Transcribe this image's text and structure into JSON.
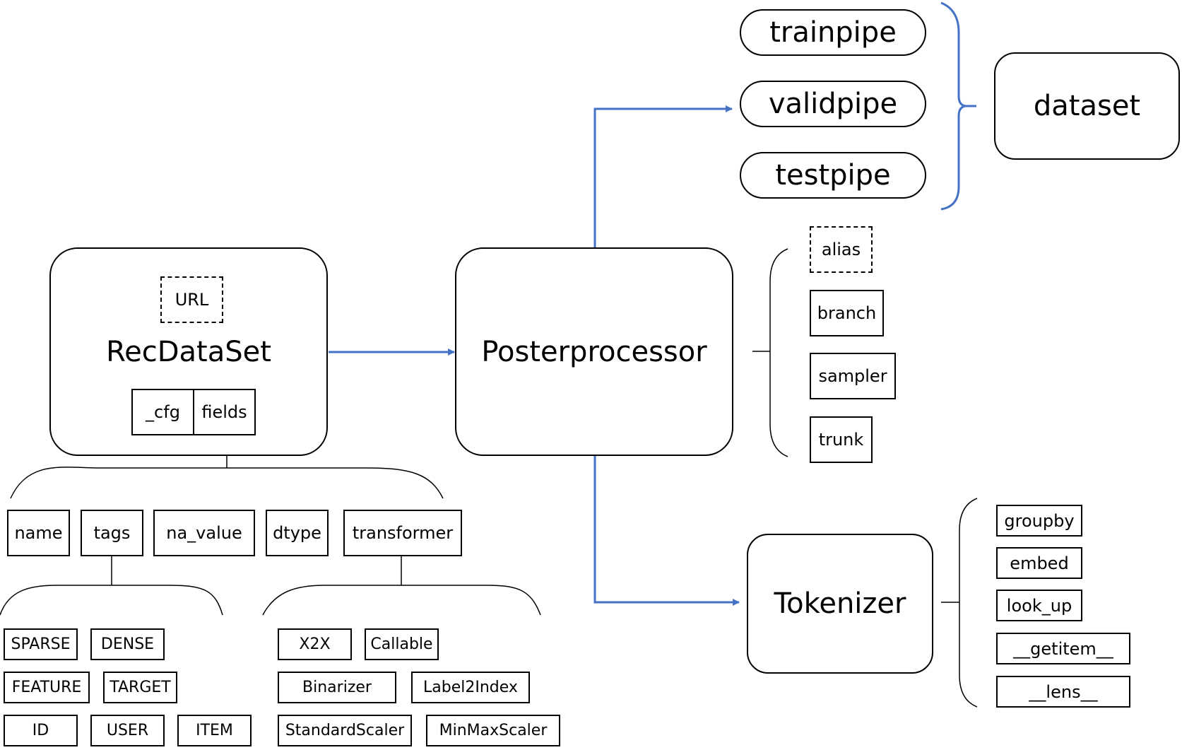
{
  "colors": {
    "arrow": "#4472C4",
    "line": "#000000",
    "brace_blue": "#4472C4"
  },
  "nodes": {
    "recdataset": "RecDataSet",
    "url": "URL",
    "cfg": "_cfg",
    "fields": "fields",
    "posterprocessor": "Posterprocessor",
    "tokenizer": "Tokenizer",
    "dataset": "dataset",
    "pipes": [
      "trainpipe",
      "validpipe",
      "testpipe"
    ],
    "post_items": [
      "alias",
      "branch",
      "sampler",
      "trunk"
    ],
    "tokenizer_items": [
      "groupby",
      "embed",
      "look_up",
      "__getitem__",
      "__lens__"
    ],
    "field_attrs": [
      "name",
      "tags",
      "na_value",
      "dtype",
      "transformer"
    ],
    "tags": [
      "SPARSE",
      "DENSE",
      "FEATURE",
      "TARGET",
      "ID",
      "USER",
      "ITEM"
    ],
    "transformers": [
      "X2X",
      "Callable",
      "Binarizer",
      "Label2Index",
      "StandardScaler",
      "MinMaxScaler"
    ]
  }
}
